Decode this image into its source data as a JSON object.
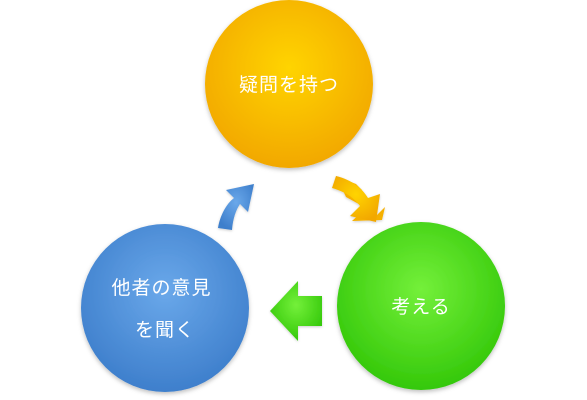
{
  "diagram": {
    "type": "cycle",
    "nodes": [
      {
        "id": "question",
        "label_lines": [
          "疑問を持つ"
        ],
        "color": "#F5B800"
      },
      {
        "id": "think",
        "label_lines": [
          "考える"
        ],
        "color": "#4CD91C"
      },
      {
        "id": "listen",
        "label_lines": [
          "他者の意見",
          "を聞く"
        ],
        "color": "#4A8BD6"
      }
    ],
    "arrows": [
      {
        "from": "question",
        "to": "think",
        "color": "#F5B800"
      },
      {
        "from": "think",
        "to": "listen",
        "color": "#4CD91C"
      },
      {
        "from": "listen",
        "to": "question",
        "color": "#4A8BD6"
      }
    ]
  }
}
